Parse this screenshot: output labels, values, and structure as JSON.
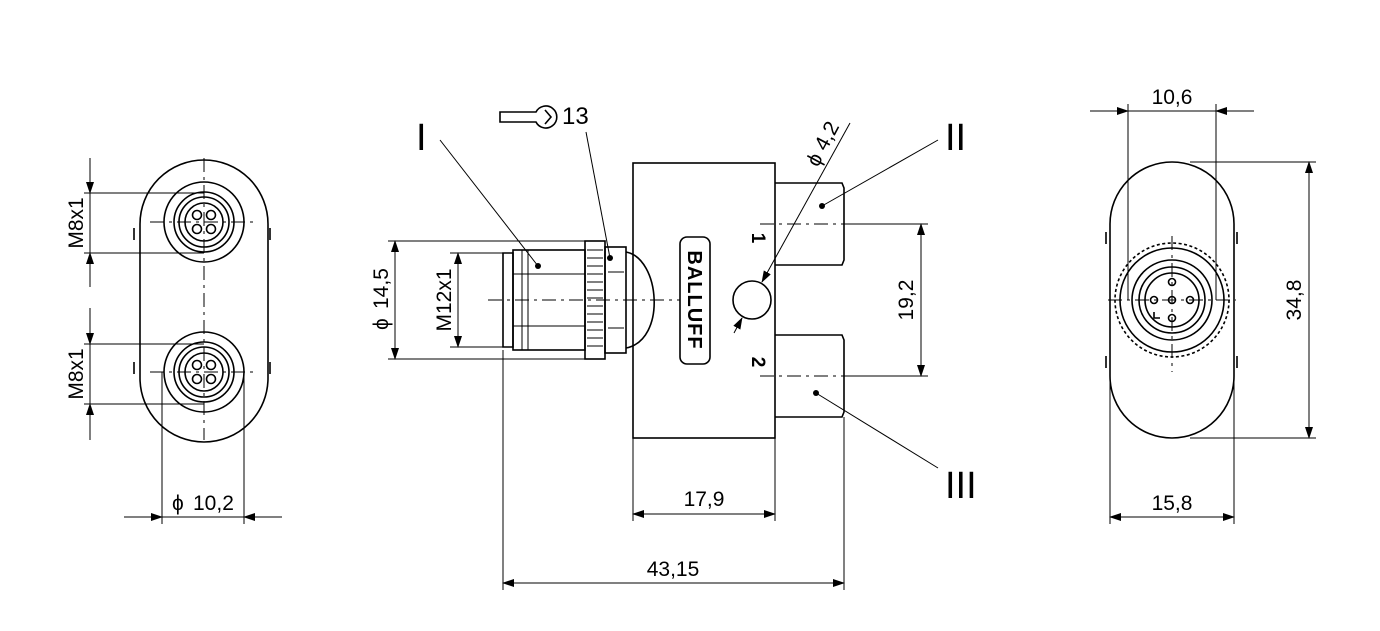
{
  "left_view": {
    "thread_top": "M8x1",
    "thread_bottom": "M8x1",
    "diameter": "10,2"
  },
  "front_view": {
    "callout_1": "I",
    "callout_2": "II",
    "callout_3": "III",
    "wrench_size": "13",
    "hole_diameter": "4,2",
    "outer_diameter": "14,5",
    "thread_main": "M12x1",
    "port_1": "1",
    "port_2": "2",
    "brand": "BALLUFF",
    "spacing": "19,2",
    "body_length": "17,9",
    "total_length": "43,15"
  },
  "right_view": {
    "width_top": "10,6",
    "height": "34,8",
    "width_bottom": "15,8"
  },
  "symbols": {
    "diameter_symbol": "ϕ"
  }
}
